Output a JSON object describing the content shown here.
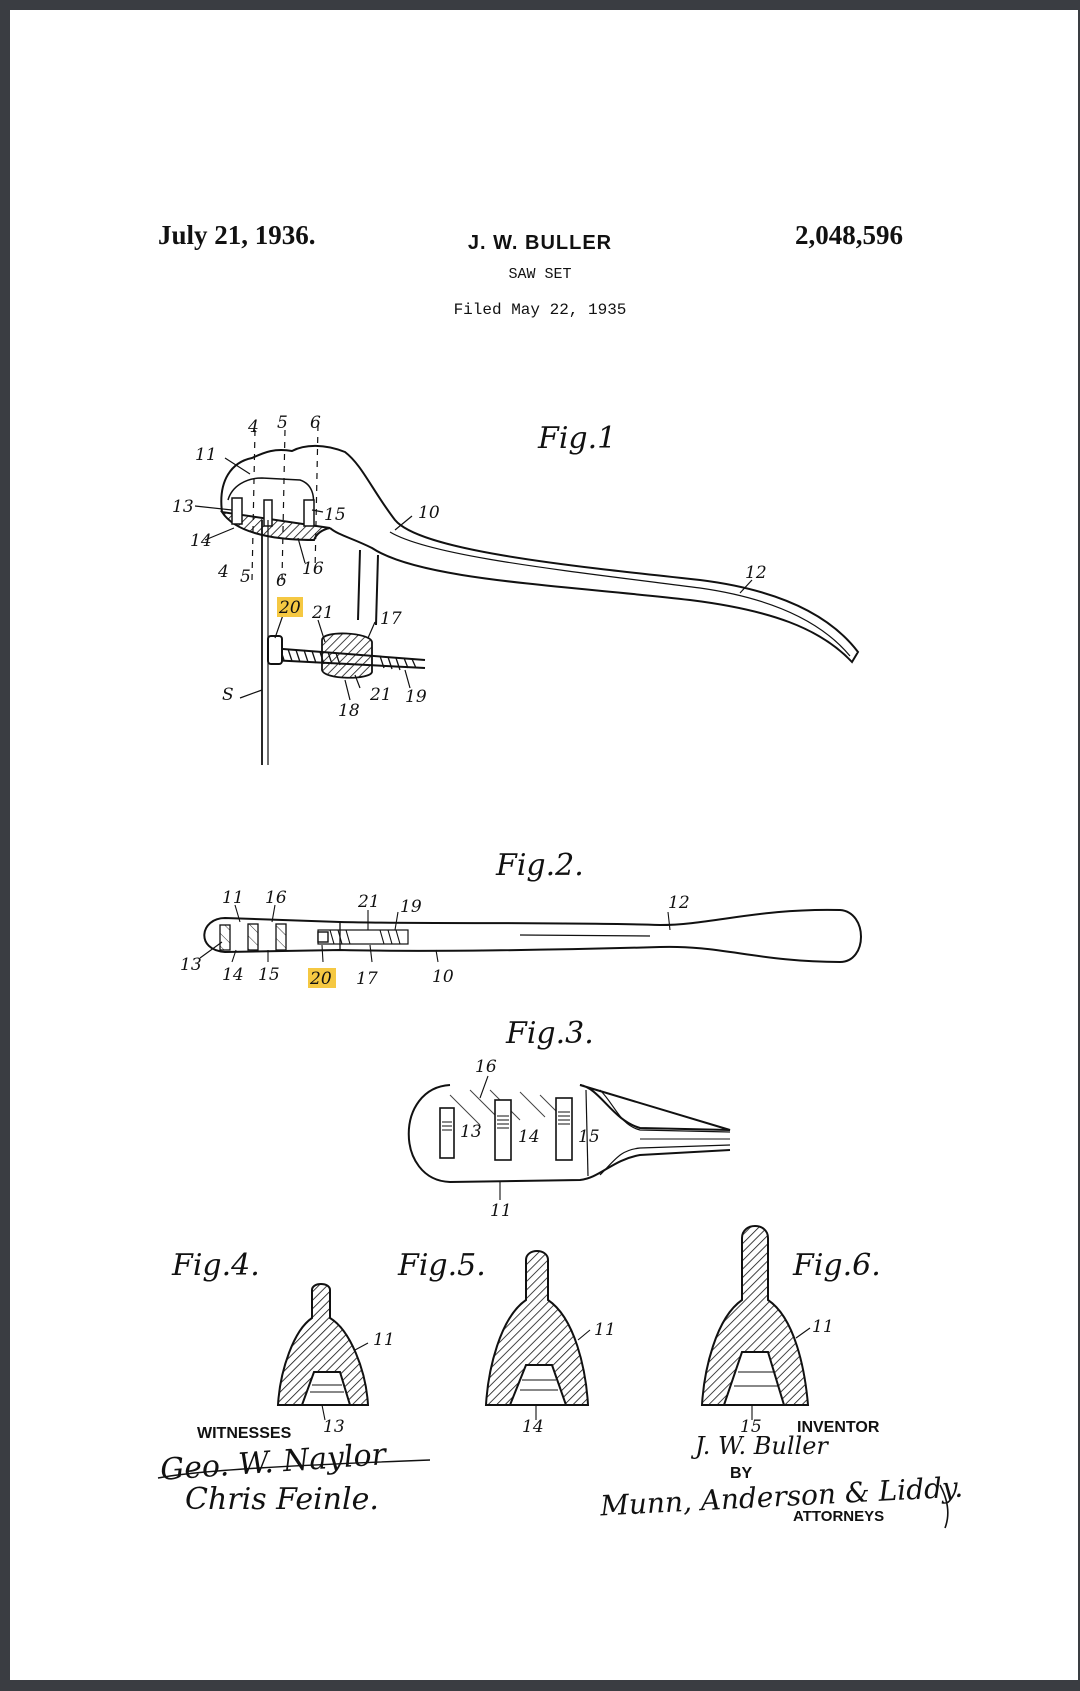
{
  "header": {
    "date": "July 21, 1936.",
    "inventor_name": "J. W. BULLER",
    "patent_number": "2,048,596",
    "title": "SAW SET",
    "filed": "Filed May 22, 1935"
  },
  "figures": {
    "fig1": {
      "caption": "Fig.1",
      "labels": [
        "4",
        "5",
        "6",
        "11",
        "13",
        "14",
        "15",
        "4",
        "5",
        "6",
        "16",
        "10",
        "12",
        "20",
        "21",
        "17",
        "S",
        "18",
        "21",
        "19"
      ]
    },
    "fig2": {
      "caption": "Fig.2.",
      "labels": [
        "11",
        "16",
        "21",
        "19",
        "12",
        "13",
        "14",
        "15",
        "20",
        "17",
        "10"
      ]
    },
    "fig3": {
      "caption": "Fig.3.",
      "labels": [
        "16",
        "13",
        "14",
        "15",
        "11"
      ]
    },
    "fig4": {
      "caption": "Fig.4.",
      "labels": [
        "11",
        "13"
      ]
    },
    "fig5": {
      "caption": "Fig.5.",
      "labels": [
        "11",
        "14"
      ]
    },
    "fig6": {
      "caption": "Fig.6.",
      "labels": [
        "11",
        "15"
      ]
    }
  },
  "highlight_color": "#f5c842",
  "footer": {
    "witnesses_label": "WITNESSES",
    "witness_1": "Geo. W. Naylor",
    "witness_2": "Chris Feinle.",
    "inventor_label": "INVENTOR",
    "inventor_signature": "J. W. Buller",
    "by_label": "BY",
    "attorneys_signature": "Munn, Anderson & Liddy.",
    "attorneys_label": "ATTORNEYS"
  }
}
